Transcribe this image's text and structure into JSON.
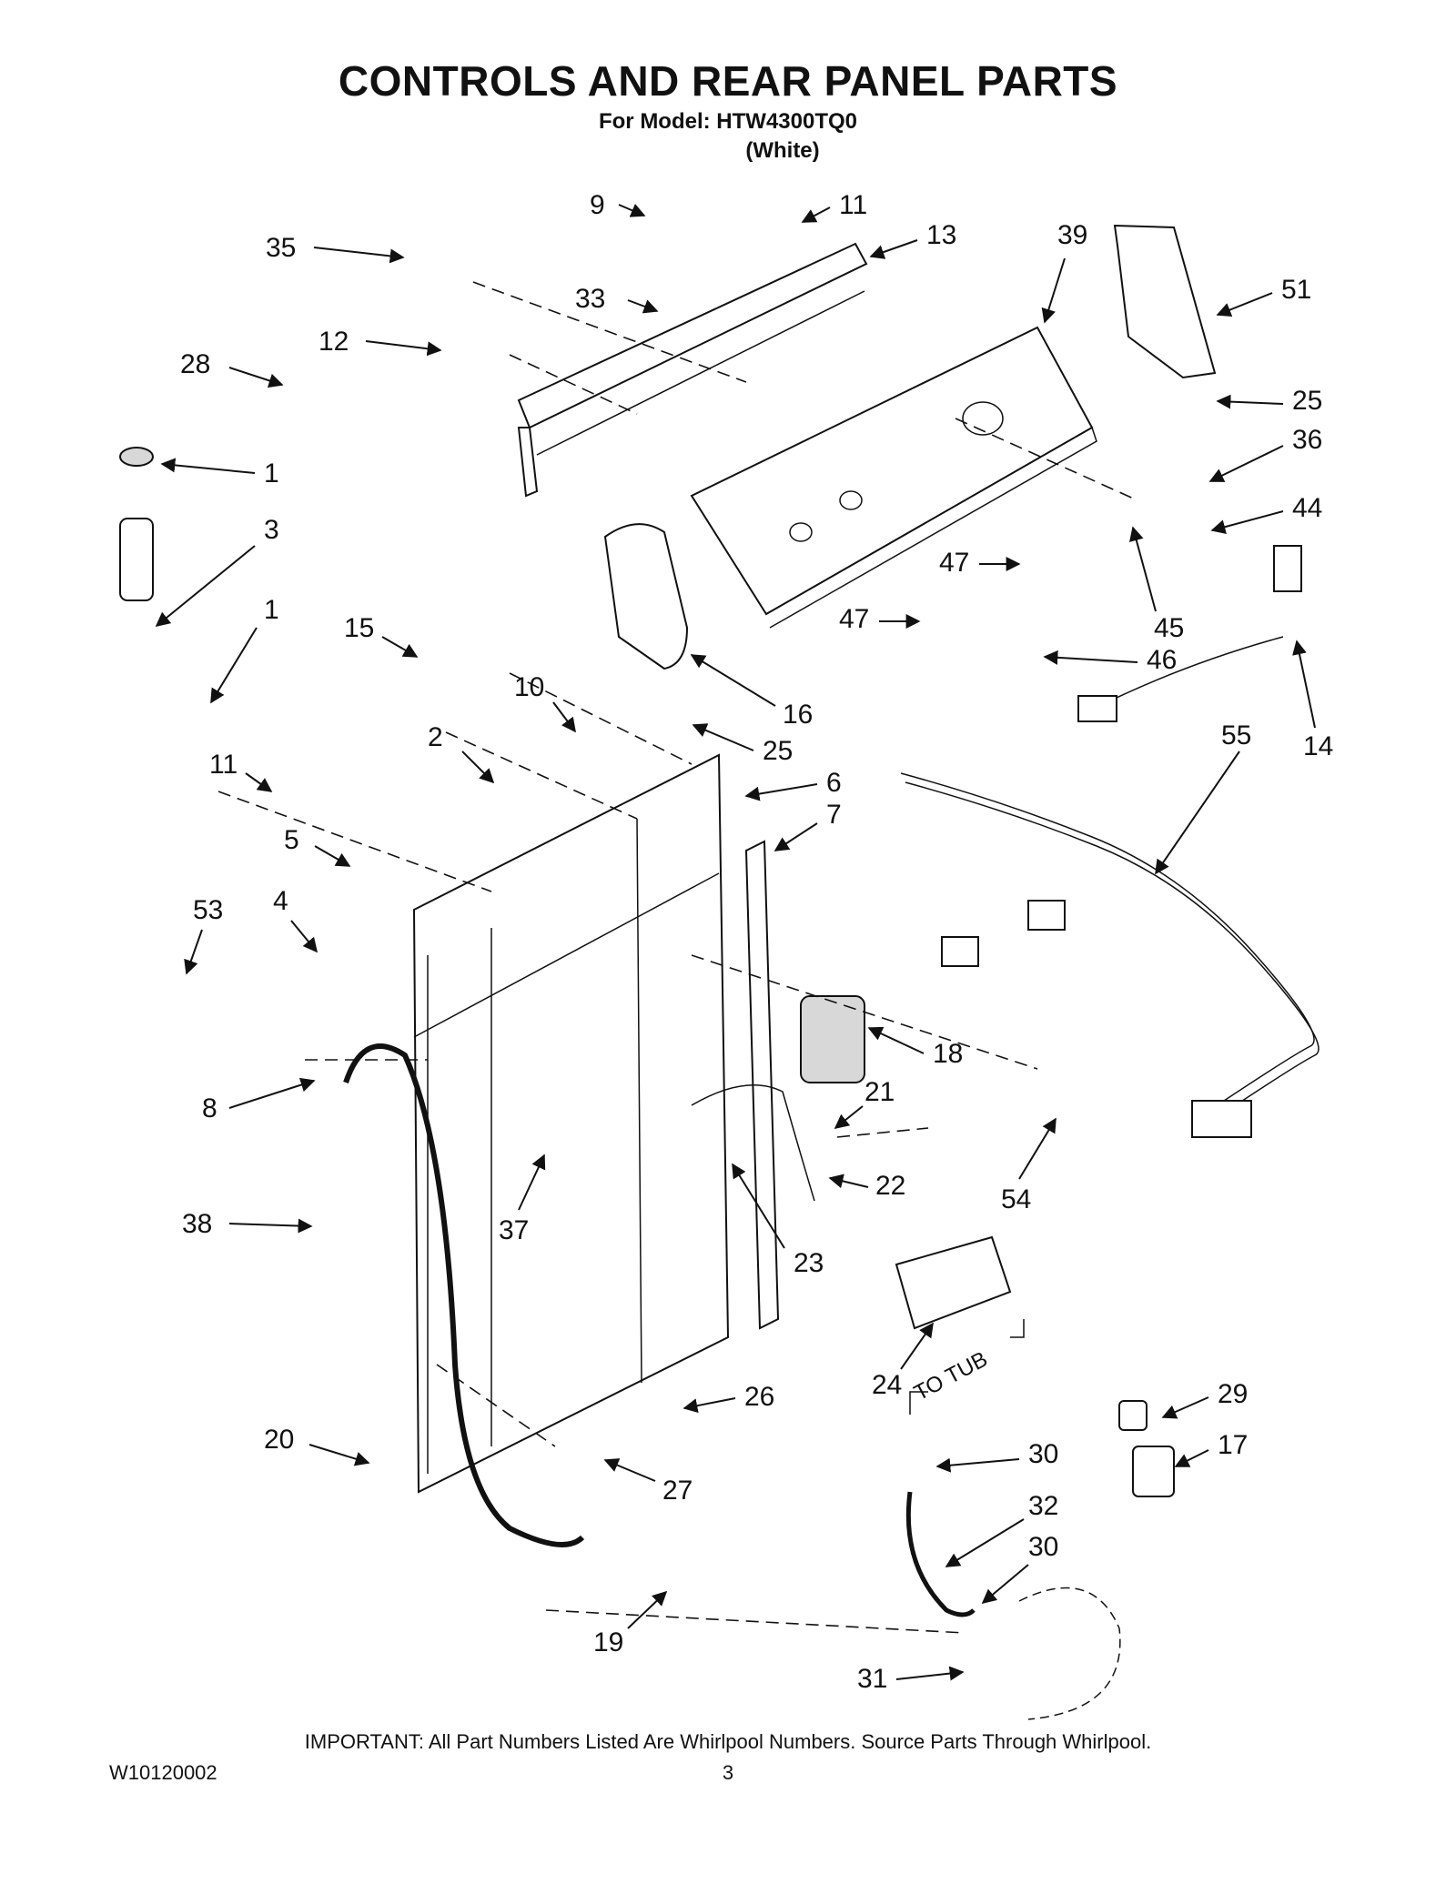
{
  "header": {
    "title": "CONTROLS AND REAR PANEL PARTS",
    "model_line": "For Model: HTW4300TQ0",
    "color_line": "(White)"
  },
  "callouts": [
    "9",
    "11",
    "13",
    "35",
    "39",
    "51",
    "33",
    "12",
    "28",
    "25",
    "36",
    "1",
    "44",
    "3",
    "47",
    "45",
    "1",
    "47",
    "46",
    "15",
    "16",
    "14",
    "10",
    "25",
    "55",
    "2",
    "6",
    "11",
    "7",
    "5",
    "53",
    "4",
    "18",
    "21",
    "8",
    "22",
    "54",
    "38",
    "37",
    "23",
    "24",
    "26",
    "29",
    "20",
    "30",
    "17",
    "27",
    "32",
    "30",
    "19",
    "31"
  ],
  "annotation": "TO TUB",
  "footer": {
    "important": "IMPORTANT: All Part Numbers Listed Are Whirlpool Numbers. Source Parts Through Whirlpool.",
    "doc_number": "W10120002",
    "page_number": "3"
  }
}
